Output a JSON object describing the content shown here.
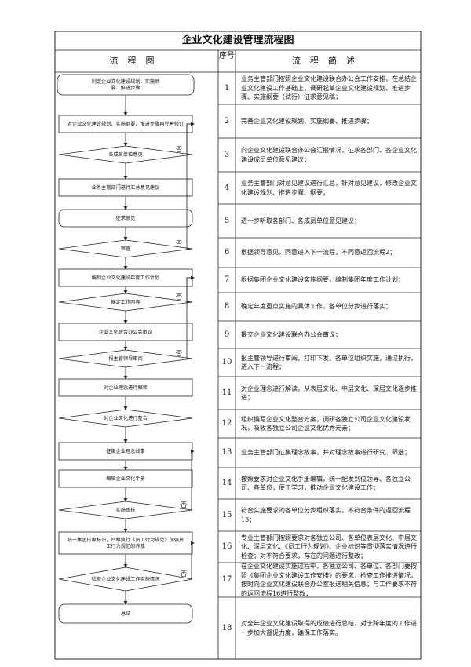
{
  "title": "企业文化建设管理流程图",
  "headers": {
    "flow": "流程图",
    "seq": "序号",
    "desc": "流程简述"
  },
  "no_label": "否",
  "nodes": [
    "制定企业文化建设规划、实施纲要、推进步骤",
    "对企业文化建设规划、实施纲要、推进步骤再完善修订",
    "各成员单位意见",
    "业务主管部门进行汇总意见建议",
    "征求意见",
    "审查",
    "编制企业文化建设年度工作计划",
    "确定工作内容",
    "企业文化联合办公会审议",
    "报主管领导审阅",
    "对企业理念进行解读",
    "对企业文化进行整合",
    "征集企业理念故事",
    "编辑企业文化手册",
    "实施审核",
    "统一集团形象标识，严格执行《员工行为规范》加强员工行为规范的养成",
    "检查企业文化建设工作实施情况",
    "总结"
  ],
  "rows": [
    {
      "num": "1",
      "text": "业务主管部门按照企业文化建设联合办公会工作安排，在总结企业文化建设工作基础上，调研起草企业文化建设规划、推进步骤、实施纲要（试行）征求意见稿；"
    },
    {
      "num": "2",
      "text": "完善企业文化建设规划、实施纲要、推进步骤；"
    },
    {
      "num": "3",
      "text": "向企业文化建设联合办公会汇报情况，征求各部门、各企业文化建设成员单位意见建议；"
    },
    {
      "num": "4",
      "text": "业务主管部门对意见建议进行汇总，针对意见建议，修改企业文化建设规划、推进步骤、纲要；"
    },
    {
      "num": "5",
      "text": "进一步听取各部门、各成员单位意见建议；"
    },
    {
      "num": "6",
      "text": "根据领导意见，同意进入下一流程，不同意返回流程2；"
    },
    {
      "num": "7",
      "text": "根据集团企业文化建设实施纲要，编制集团年度工作计划；"
    },
    {
      "num": "8",
      "text": "确定年度重点实施的具体工作，各单位分步进行落实；"
    },
    {
      "num": "9",
      "text": "提交企业文化建设联合办公会审议；"
    },
    {
      "num": "10",
      "text": "报主管领导进行审阅，打印下发，各单位组织实施，通过执行，进入下一流程；"
    },
    {
      "num": "11",
      "text": "对企业理念进行解读，从表层文化、中层文化、深层文化逐步推进；"
    },
    {
      "num": "12",
      "text": "组织撰写企业文化整合方案，调研各独立公司企业文化建设状况，吸收各独立公司企业文化优秀元素；"
    },
    {
      "num": "13",
      "text": "业务主管部门征集理念故事，并对理念故事进行研究、筛选；"
    },
    {
      "num": "14",
      "text": "按照要求对企业文化手册编辑，统一配发到位领导、各独立公司、各单位，便于学习，推动企业文化建设工作；"
    },
    {
      "num": "15",
      "text": "符合实施要求的各单位分步组织落实，不符合条件的返回流程13；"
    },
    {
      "num": "16",
      "text": "专业主管部门按照要求对各独立公司、各单位表层文化、中层文化、深层文化、《员工行为规划》、企业标识等贯彻落实情况进行检查；对不符合要求，存在的问题进行整改；"
    },
    {
      "num": "17",
      "text": "在企业文化建设实施过程中，各独立公司、各单位、各部门要按照《集团企业文化建设工作安排》的要求，检查工作推进情况，按时向企业文化建设联合办公室报送相关信息；与工作要求不符的返回流程16进行整改；"
    },
    {
      "num": "18",
      "text": "对全年企业文化建设取得的成绩进行总结，对于跨年度的工作进一步加大督促力度，确保工作落实。"
    }
  ]
}
